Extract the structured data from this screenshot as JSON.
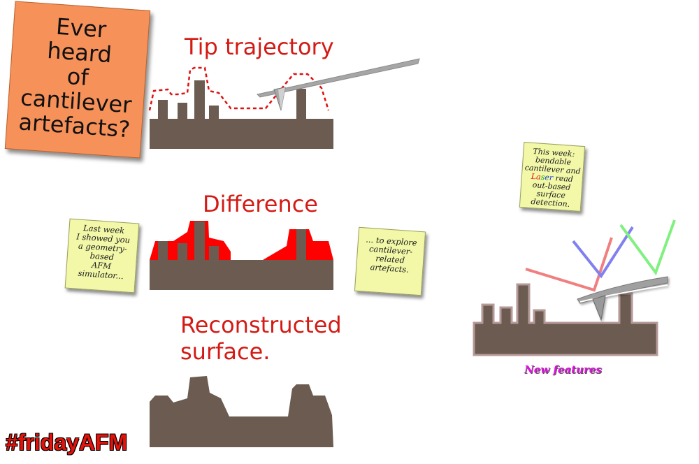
{
  "postit_main": {
    "lines": [
      "Ever",
      "heard",
      "of",
      "cantilever",
      "artefacts?"
    ]
  },
  "titles": {
    "tip_trajectory": "Tip trajectory",
    "difference": "Difference",
    "reconstructed_line1": "Reconstructed",
    "reconstructed_line2": "surface."
  },
  "note_left": {
    "lines": [
      "Last week",
      "I showed you",
      "a geometry-",
      "based",
      "AFM",
      "simulator..."
    ]
  },
  "note_middle": {
    "lines": [
      "... to explore",
      "cantilever-",
      "related",
      "artefacts."
    ]
  },
  "note_right": {
    "lines": [
      "This week:",
      "bendable",
      "cantilever and"
    ],
    "laser_letters": [
      "La",
      "s",
      "er"
    ],
    "laser_rest": " read",
    "lines_after": [
      "out-based",
      "surface",
      "detection."
    ]
  },
  "new_features": "New features",
  "hashtag": "#fridayAFM",
  "colors": {
    "surface": "#6b5b50",
    "difference": "#ff0000",
    "trajectory": "#e01010",
    "title_red": "#d41a14",
    "cantilever": "#a0a0a0",
    "laser_red": "#f07070",
    "laser_blue": "#7070f0",
    "laser_green": "#70f070",
    "postit_orange": "#f7915a",
    "note_yellow": "#f2f8a8"
  }
}
